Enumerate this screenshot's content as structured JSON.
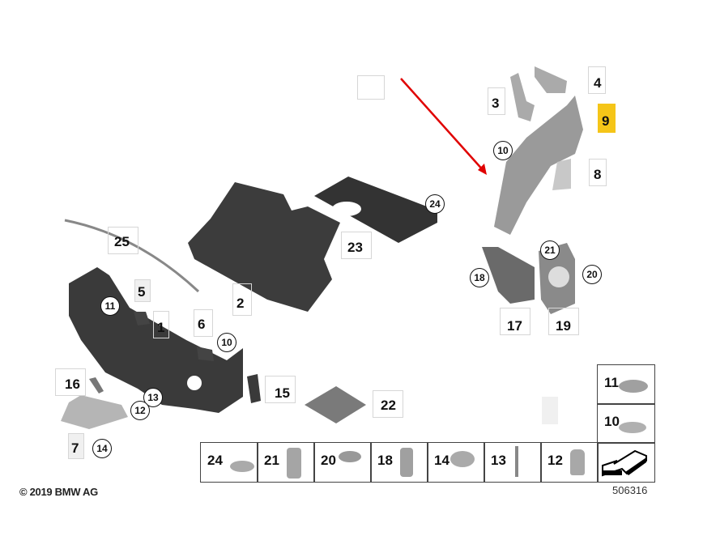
{
  "diagram": {
    "title": "BMW parts diagram - sound insulation / partition components",
    "highlighted_part": "9",
    "highlight_color": "#f5c518",
    "arrow_color": "#e00000",
    "callouts": {
      "p1": "1",
      "p2": "2",
      "p3": "3",
      "p4": "4",
      "p5": "5",
      "p6": "6",
      "p7": "7",
      "p8": "8",
      "p9": "9",
      "p10a": "10",
      "p10b": "10",
      "p11": "11",
      "p12": "12",
      "p13": "13",
      "p14": "14",
      "p15": "15",
      "p16": "16",
      "p17": "17",
      "p18": "18",
      "p19": "19",
      "p20": "20",
      "p21": "21",
      "p22": "22",
      "p23": "23",
      "p24": "24",
      "p25": "25"
    },
    "fastener_table": [
      {
        "num": "24",
        "icon": "star-washer-icon"
      },
      {
        "num": "21",
        "icon": "expanding-nut-icon"
      },
      {
        "num": "20",
        "icon": "flanged-screw-icon"
      },
      {
        "num": "18",
        "icon": "rivet-nut-icon"
      },
      {
        "num": "14",
        "icon": "clip-cap-icon"
      },
      {
        "num": "13",
        "icon": "stud-bolt-icon"
      },
      {
        "num": "12",
        "icon": "plastic-nut-icon"
      }
    ],
    "side_table": [
      {
        "num": "11",
        "icon": "hex-flange-nut-icon"
      },
      {
        "num": "10",
        "icon": "speed-nut-icon"
      }
    ],
    "direction_icon": "front-direction-arrow-icon"
  },
  "footer": {
    "copyright": "© 2019 BMW AG",
    "document_number": "506316"
  }
}
